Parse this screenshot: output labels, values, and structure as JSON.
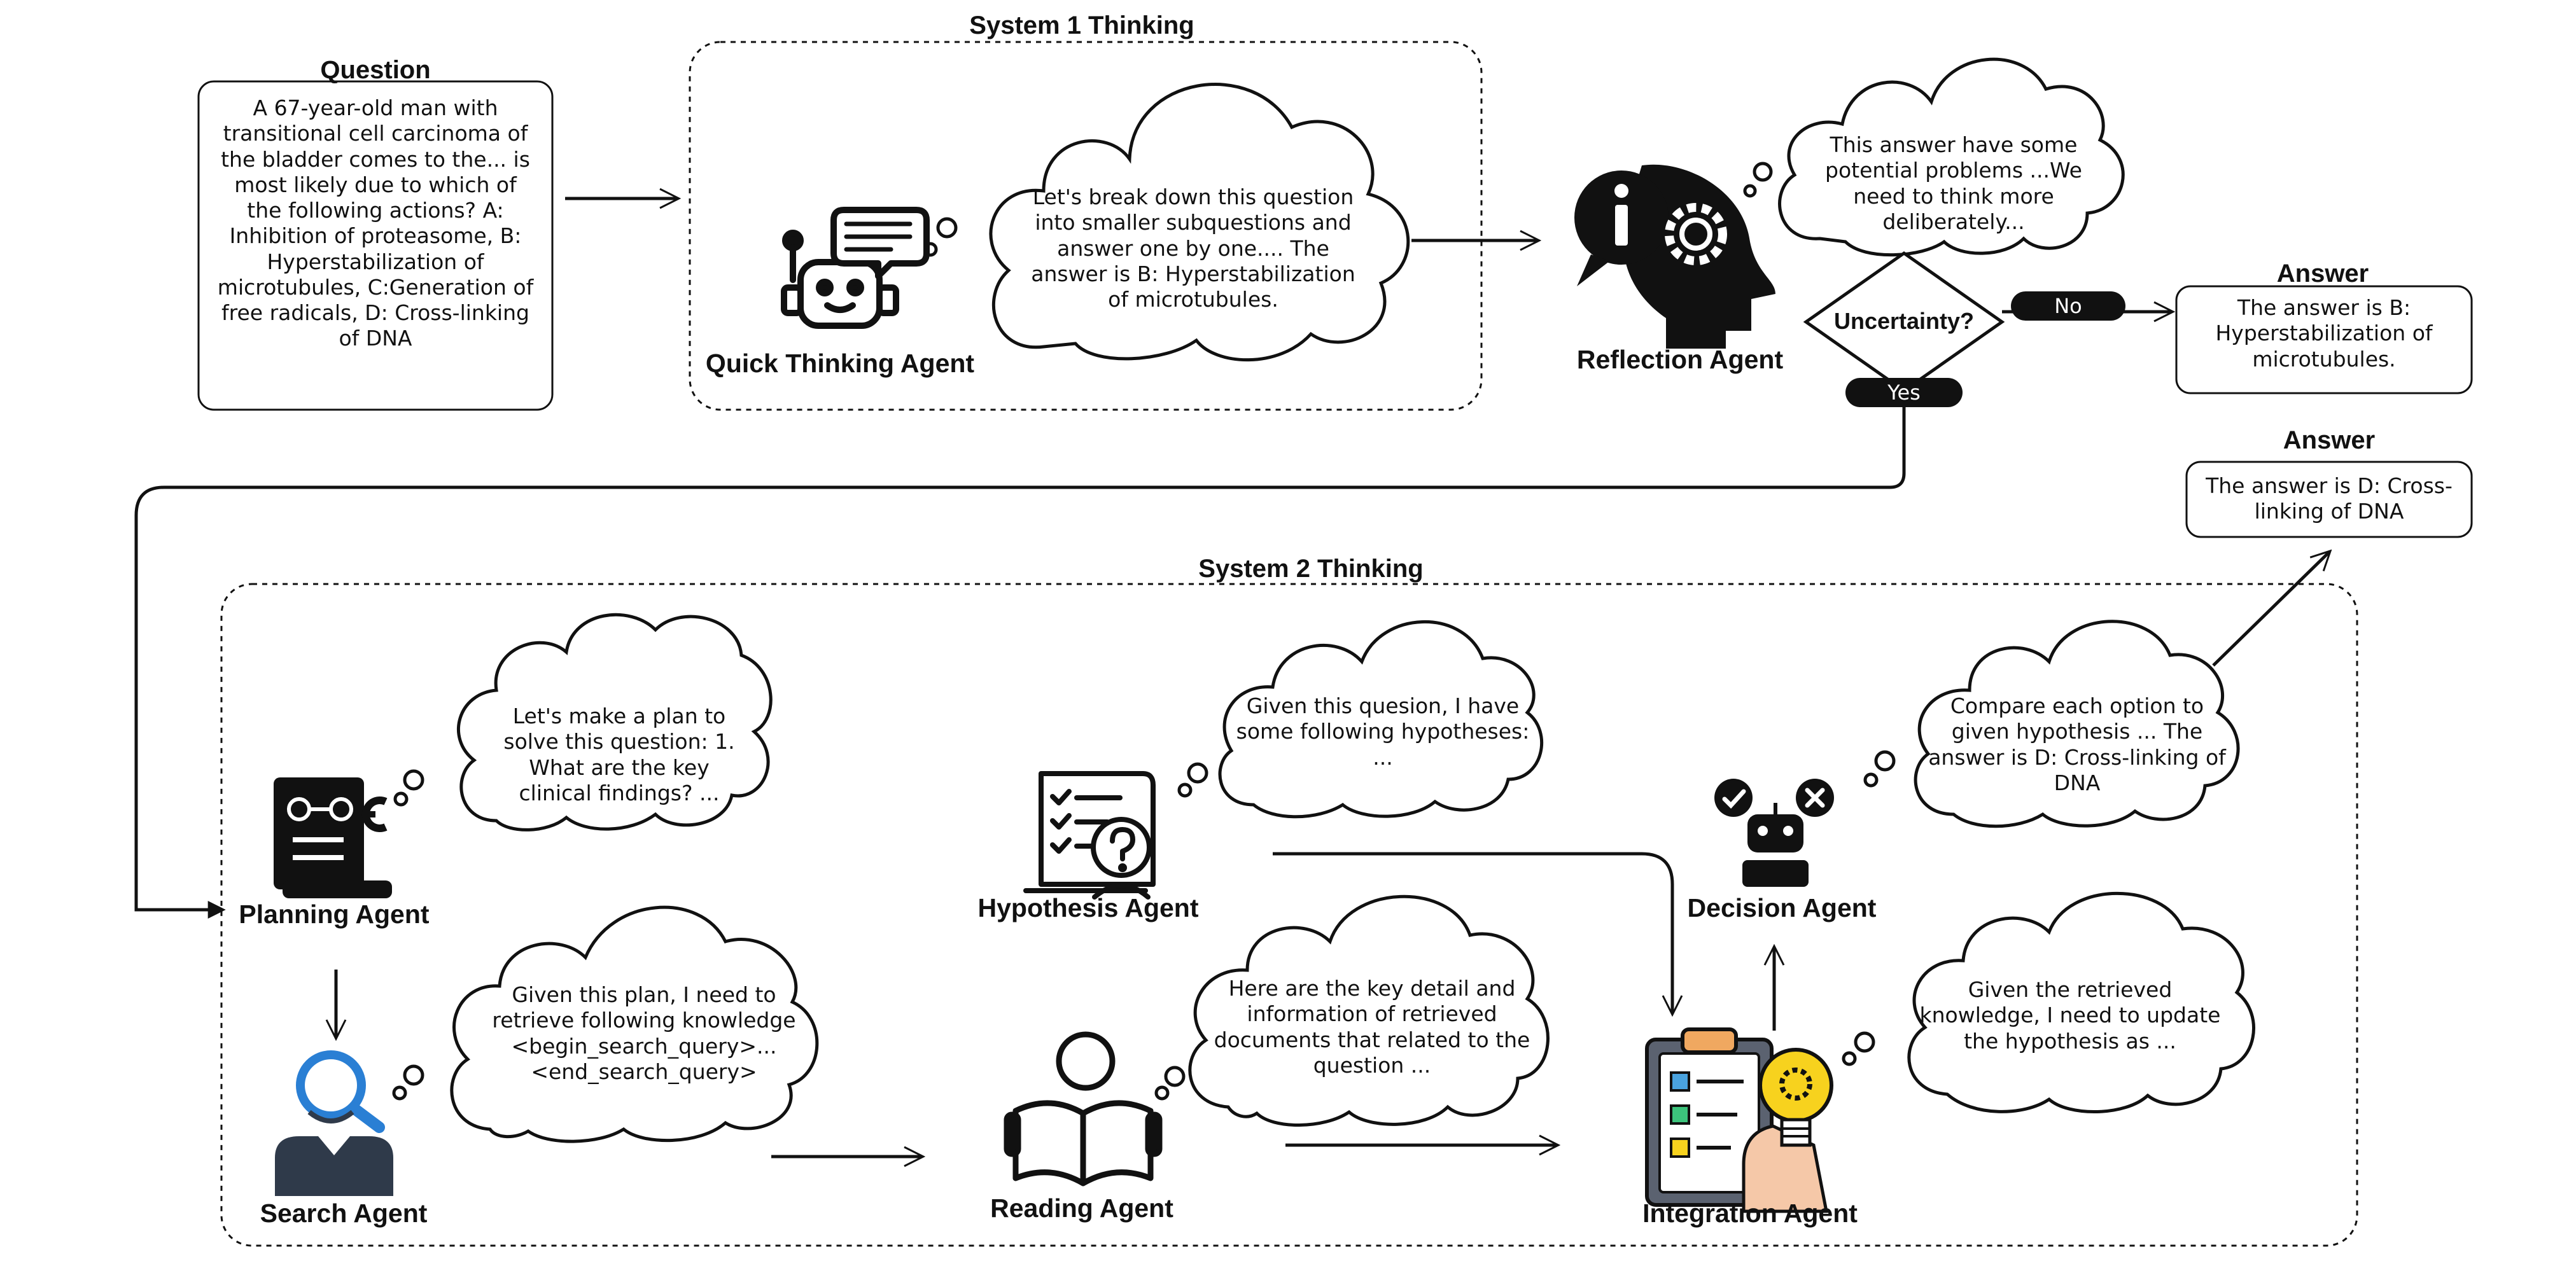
{
  "question": {
    "title": "Question",
    "text": "A 67-year-old man with transitional cell carcinoma of the bladder comes to the... is most likely due to which of the following actions? A: Inhibition of proteasome, B: Hyperstabilization of microtubules, C:Generation of free radicals, D: Cross-linking of DNA"
  },
  "system1": {
    "title": "System 1 Thinking",
    "agent_label": "Quick Thinking Agent",
    "thought": "Let's break down this question into smaller subquestions and answer one by one.... The answer is B: Hyperstabilization of microtubules."
  },
  "reflection": {
    "agent_label": "Reflection Agent",
    "thought": "This answer have some potential problems ...We need to think more deliberately...",
    "decision": "Uncertainty?",
    "no_label": "No",
    "yes_label": "Yes"
  },
  "answer1": {
    "title": "Answer",
    "text": "The answer is B: Hyperstabilization of microtubules."
  },
  "answer2": {
    "title": "Answer",
    "text": "The answer is D: Cross-linking of DNA"
  },
  "system2": {
    "title": "System 2 Thinking",
    "planning": {
      "label": "Planning Agent",
      "thought": "Let's make a plan to solve this question: 1. What are the key clinical findings? ..."
    },
    "search": {
      "label": "Search Agent",
      "thought": "Given this plan, I need to retrieve following knowledge <begin_search_query>...<end_search_query>"
    },
    "hypothesis": {
      "label": "Hypothesis Agent",
      "thought": "Given this quesion, I have some following hypotheses: ..."
    },
    "reading": {
      "label": "Reading Agent",
      "thought": "Here are the key detail and information of retrieved documents that related to the question ..."
    },
    "decision": {
      "label": "Decision Agent",
      "thought": "Compare each option to given hypothesis ... The answer is D: Cross-linking of DNA"
    },
    "integration": {
      "label": "Integration Agent",
      "thought": "Given the retrieved knowledge, I need to update the hypothesis as ..."
    }
  },
  "icons": [
    "robot-icon",
    "info-gear-head-icon",
    "planning-document-icon",
    "search-person-icon",
    "hypothesis-checklist-icon",
    "reading-person-icon",
    "decision-robot-icon",
    "integration-clipboard-icon"
  ],
  "colors": {
    "stroke": "#111111",
    "search_blue": "#2a7fd4",
    "bulb_yellow": "#f7d21e",
    "clipboard_blue": "#4aa3df",
    "clipboard_green": "#3cc47c",
    "skin": "#f5c8a8"
  }
}
